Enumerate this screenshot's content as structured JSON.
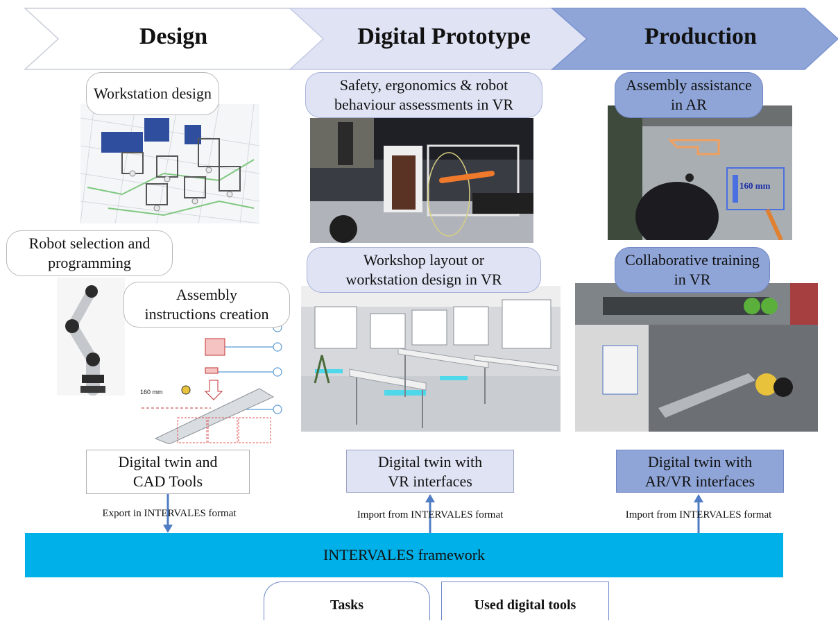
{
  "phases": {
    "design": "Design",
    "digital_prototype": "Digital Prototype",
    "production": "Production"
  },
  "tasks": {
    "workstation_design": "Workstation design",
    "robot_selection": [
      "Robot selection and",
      "programming"
    ],
    "assembly_instructions": [
      "Assembly",
      "instructions creation"
    ],
    "vr_assessments": [
      "Safety, ergonomics & robot",
      "behaviour assessments in VR"
    ],
    "workshop_layout": [
      "Workshop layout or",
      "workstation design  in VR"
    ],
    "assembly_assistance": [
      "Assembly assistance",
      "in  AR"
    ],
    "collaborative_training": [
      "Collaborative training",
      "in VR"
    ]
  },
  "tools": {
    "design": [
      "Digital twin and",
      "CAD Tools"
    ],
    "digital_prototype": [
      "Digital twin with",
      "VR interfaces"
    ],
    "production": [
      "Digital twin with",
      "AR/VR interfaces"
    ]
  },
  "flows": {
    "export": "Export in INTERVALES format",
    "import_dp": "Import from INTERVALES format",
    "import_pr": "Import from INTERVALES format"
  },
  "framework": "INTERVALES framework",
  "legend": {
    "tasks": "Tasks",
    "tools": "Used digital tools"
  },
  "image_labels": {
    "tape_length": "160 mm",
    "ar_measure": "160 mm"
  },
  "colors": {
    "design_phase": "#ffffff",
    "prototype_phase": "#dfe3f4",
    "production_phase": "#8fa5d8",
    "framework": "#00b0e8",
    "arrow": "#4f7cc4"
  }
}
